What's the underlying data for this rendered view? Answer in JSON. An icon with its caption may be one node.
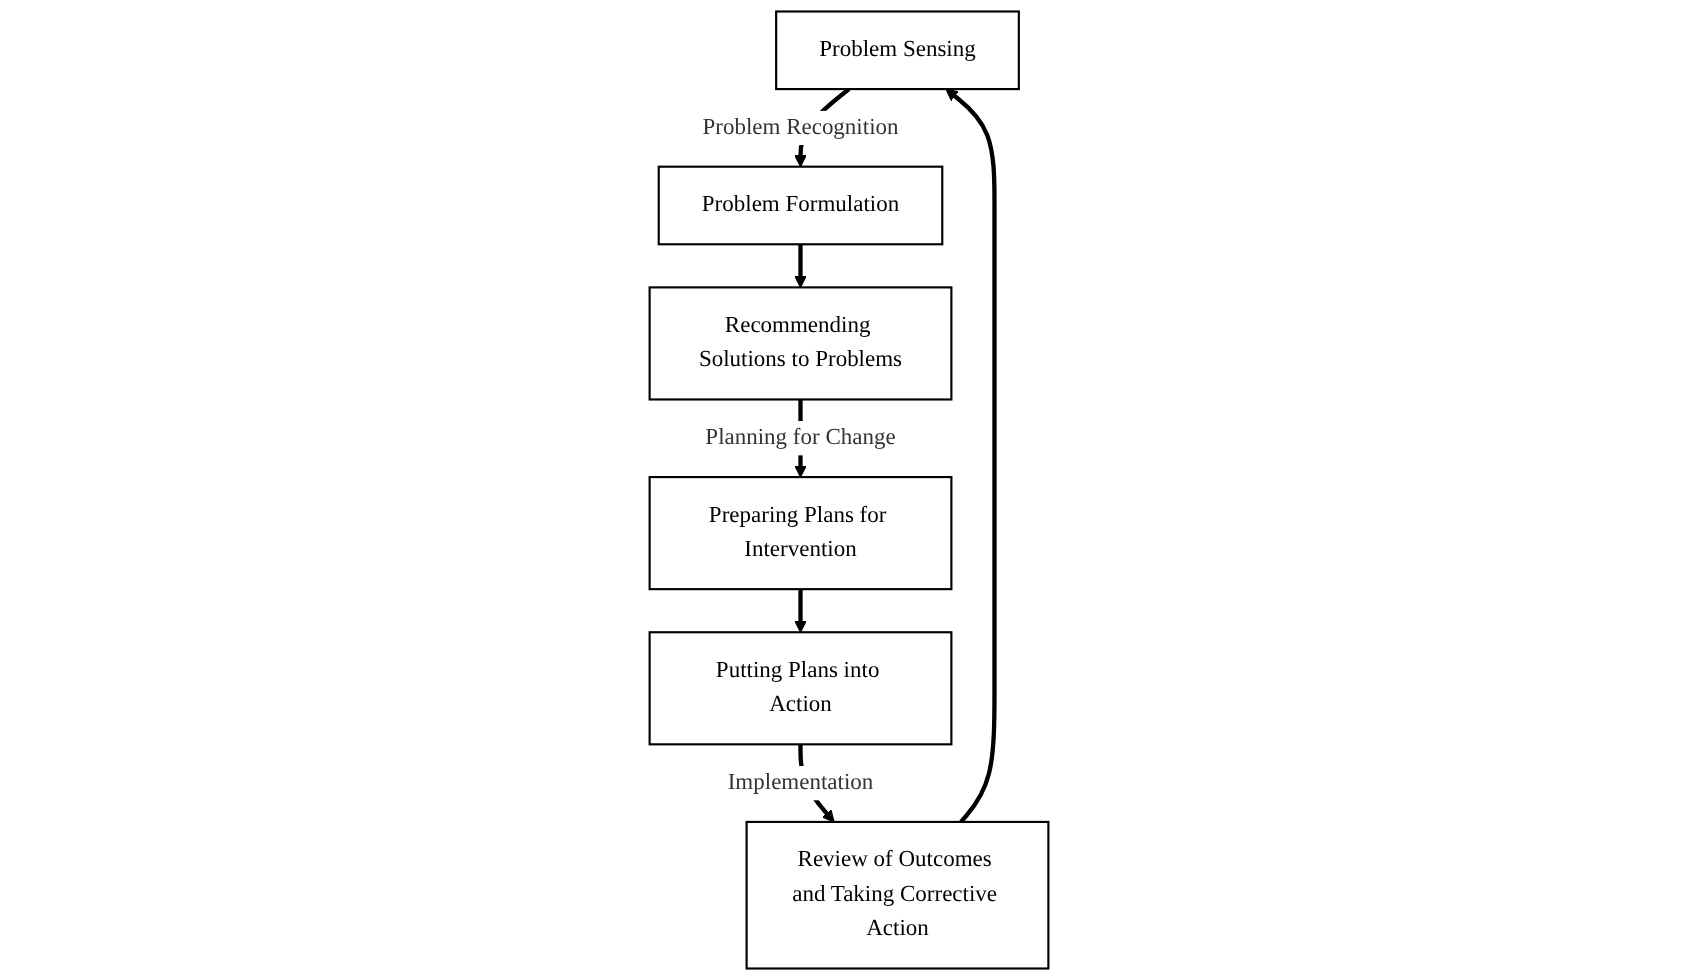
{
  "diagram": {
    "nodes": [
      {
        "text": [
          "Problem Sensing"
        ]
      },
      {
        "text": [
          "Problem Formulation"
        ]
      },
      {
        "text": [
          "Recommending Solutions to Problems"
        ]
      },
      {
        "text": [
          "Preparing Plans for Intervention"
        ]
      },
      {
        "text": [
          "Putting Plans into Action"
        ]
      },
      {
        "text": [
          "Review of Outcomes and Taking Corrective Action"
        ]
      }
    ],
    "edges": [
      {
        "from": 0,
        "to": 1,
        "arrow": "to",
        "label": "Problem Recognition"
      },
      {
        "from": 1,
        "to": 2,
        "arrow": "to"
      },
      {
        "from": 2,
        "to": 3,
        "arrow": "to",
        "label": "Planning for Change"
      },
      {
        "from": 3,
        "to": 4,
        "arrow": "to"
      },
      {
        "from": 4,
        "to": 5,
        "arrow": "to",
        "label": "Implementation"
      },
      {
        "from": 5,
        "to": 0,
        "arrow": "to"
      }
    ]
  }
}
